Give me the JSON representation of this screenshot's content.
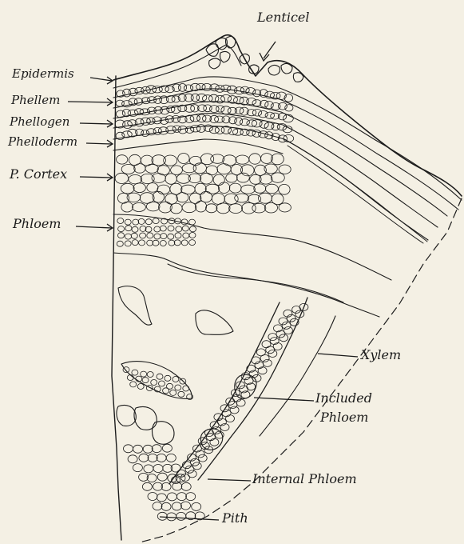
{
  "diagram": {
    "labels": {
      "lenticel": "Lenticel",
      "epidermis": "Epidermis",
      "phellem": "Phellem",
      "phellogen": "Phellogen",
      "phelloderm": "Phelloderm",
      "p_cortex": "P. Cortex",
      "phloem": "Phloem",
      "xylem": "Xylem",
      "included_phloem_1": "Included",
      "included_phloem_2": "Phloem",
      "internal_phloem": "Internal Phloem",
      "pith": "Pith"
    },
    "colors": {
      "ink": "#1a1a1a",
      "paper": "#f4f0e4"
    }
  }
}
